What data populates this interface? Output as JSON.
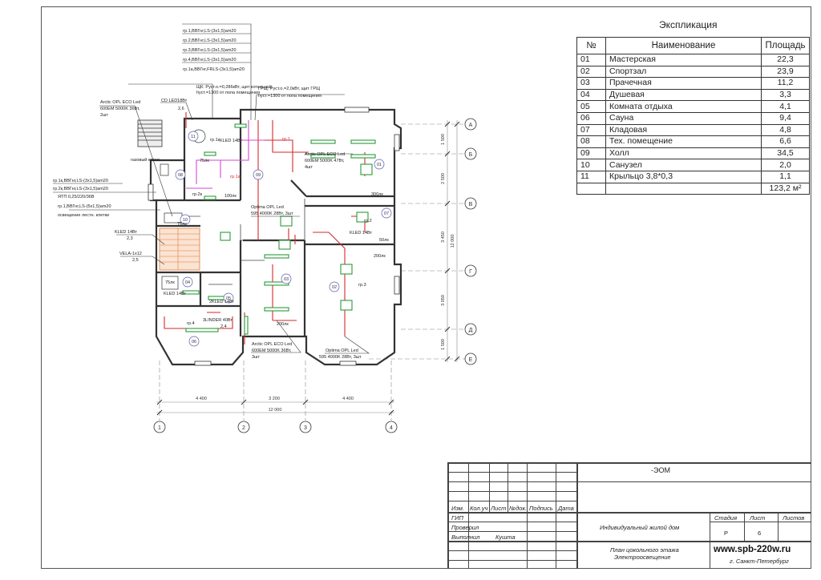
{
  "explication": {
    "title": "Экспликация",
    "headers": [
      "№",
      "Наименование",
      "Площадь"
    ],
    "rows": [
      [
        "01",
        "Мастерская",
        "22,3"
      ],
      [
        "02",
        "Спортзал",
        "23,9"
      ],
      [
        "03",
        "Прачечная",
        "11,2"
      ],
      [
        "04",
        "Душевая",
        "3,3"
      ],
      [
        "05",
        "Комната отдыха",
        "4,1"
      ],
      [
        "06",
        "Сауна",
        "9,4"
      ],
      [
        "07",
        "Кладовая",
        "4,8"
      ],
      [
        "08",
        "Тех. помещение",
        "6,6"
      ],
      [
        "09",
        "Холл",
        "34,5"
      ],
      [
        "10",
        "Санузел",
        "2,0"
      ],
      [
        "11",
        "Крыльцо 3,8*0,3",
        "1,1"
      ]
    ],
    "total": "123,2 м²"
  },
  "plan": {
    "cables_top": [
      "гр.1,ВВГнг,LS-(3x1,5)am20",
      "гр.2,ВВГнг,LS-(3x1,5)am20",
      "гр.3,ВВГнг,LS-(3x1,5)am20",
      "гр.4,ВВГнг,LS-(3x1,5)am20",
      "гр.1а,ВВГнг,FRLS-(3x1,5)am20"
    ],
    "shk_label": "ЩК: Руст.о.=0,286кВт, щит котельной",
    "shk_height": "hуст.=1300 от пола помещения",
    "grsh_label": "ГРЩ: Руст.о.=2,0кВт, щит ГРЩ",
    "grsh_height": "hуст.=1300 от пола помещения",
    "lamp_arctic_left": "Arctic OPL ECO Led",
    "lamp_arctic_left_spec": "600EM 5000K  36Вт,",
    "lamp_arctic_left_qty": "2шт",
    "lamp_cd": "CD LED18Вт",
    "lamp_cd_qty": "2,6",
    "kled_top": "KLED 14Вт",
    "arctic_01": "Arctic OPL ECO Led",
    "arctic_01_spec": "600EM 5000K  47Вт,",
    "arctic_01_qty": "4шт",
    "left_cables": [
      "гр.1к,ВВГнг,LS-(3x1,5)am20",
      "гр.2к,ВВГнг,LS-(3x1,5)am20",
      "ЯТП 0,25/220/36В",
      "гр.1,ВВГнг,LS-(5x1,5)am20",
      "освещение лестн. клетки"
    ],
    "gas_boiler": "газовый котел",
    "kled_left": "KLED 14Вт",
    "kled_left_qty": "2,3",
    "vela": "VELA-1x12",
    "vela_qty": "2,5",
    "optima_09": "Optima OPL Led",
    "optima_09_spec": "595 4000K 28Вт, 3шт",
    "kled_07": "KLED 14Вт",
    "lux_01": "300лк",
    "lux_07": "50лк",
    "lux_02": "200лк",
    "lux_03": "200лк",
    "lux_hall": "100лк",
    "lux_08": "75лк",
    "lux_10": "75лк",
    "lux_04": "75лк",
    "kled_04": "KLED 14Вт",
    "kled_05": "2KLED 14Вт",
    "linder": "3LINDER 40Вт",
    "linder_qty": "2,4",
    "arctic_03": "Arctic OPL ECO Led",
    "arctic_03_spec": "600EM 5000K  36Вт,",
    "arctic_03_qty": "3шт",
    "optima_02": "Optima OPL Led",
    "optima_02_spec": "595 4000K 28Вт, 3шт",
    "groups": [
      "гр.1",
      "гр.1а",
      "гр.1к",
      "гр.2к",
      "гр.4",
      "гр.2",
      "гр.3"
    ],
    "rooms": [
      "01",
      "02",
      "03",
      "04",
      "05",
      "06",
      "07",
      "08",
      "09",
      "10",
      "11"
    ],
    "axes_letters": [
      "А",
      "Б",
      "В",
      "Г",
      "Д",
      "Е"
    ],
    "axes_numbers": [
      "1",
      "2",
      "3",
      "4"
    ],
    "dims_bottom": [
      "4 400",
      "3 200",
      "4 400"
    ],
    "dim_total": "12 000",
    "dims_right": [
      "1 500",
      "2 500",
      "3 450",
      "3 050",
      "1 500"
    ],
    "dim_right_total": "12 000"
  },
  "title_block": {
    "code": "-ЭОМ",
    "headers": [
      "Изм.",
      "Кол.уч",
      "Лист",
      "№док.",
      "Подпись",
      "Дата"
    ],
    "roles": [
      "ГИП",
      "Проверил",
      "Выполнил"
    ],
    "executor": "Кушта",
    "project": "Индивидуальный жилой дом",
    "stage_header": "Стадия",
    "sheet_header": "Лист",
    "sheets_header": "Листов",
    "stage": "Р",
    "sheet": "6",
    "sheets": "",
    "drawing_title_1": "План цокольного этажа",
    "drawing_title_2": "Электроосвещение",
    "website": "www.spb-220w.ru",
    "city": "г. Санкт-Петербург"
  }
}
